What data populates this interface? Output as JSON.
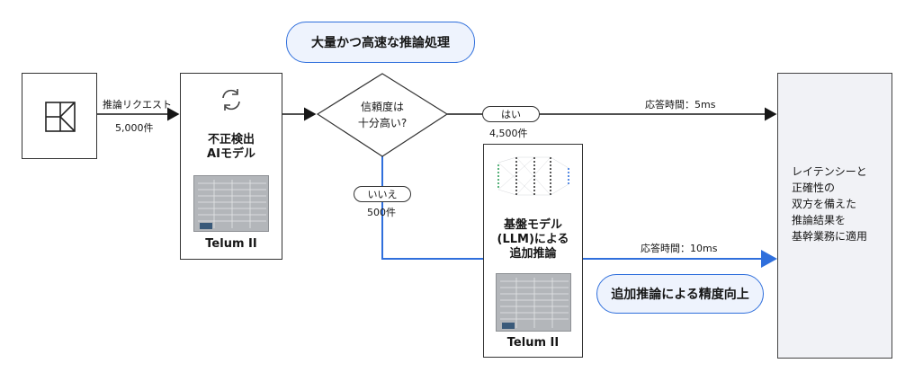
{
  "header_pill": "大量かつ高速な推論処理",
  "input": {
    "label": "推論リクエスト",
    "count": "5,000件"
  },
  "fraud_model": {
    "title_line1": "不正検出",
    "title_line2": "AIモデル",
    "chip_label": "Telum II"
  },
  "decision": {
    "line1": "信頼度は",
    "line2": "十分高い?"
  },
  "yes_branch": {
    "tag": "はい",
    "count": "4,500件",
    "response_time": "応答時間：5ms"
  },
  "no_branch": {
    "tag": "いいえ",
    "count": "500件",
    "response_time": "応答時間：10ms"
  },
  "llm_model": {
    "line1": "基盤モデル",
    "line2": "(LLM)による",
    "line3": "追加推論",
    "chip_label": "Telum II"
  },
  "accuracy_pill": "追加推論による精度向上",
  "result": {
    "line1": "レイテンシーと",
    "line2": "正確性の",
    "line3": "双方を備えた",
    "line4": "推論結果を",
    "line5": "基幹業務に適用"
  },
  "colors": {
    "accent_blue": "#2f6fdc",
    "pill_fill": "#eef3fd",
    "result_fill": "#f1f2f6",
    "neural_dot": "#2f9e5a"
  }
}
